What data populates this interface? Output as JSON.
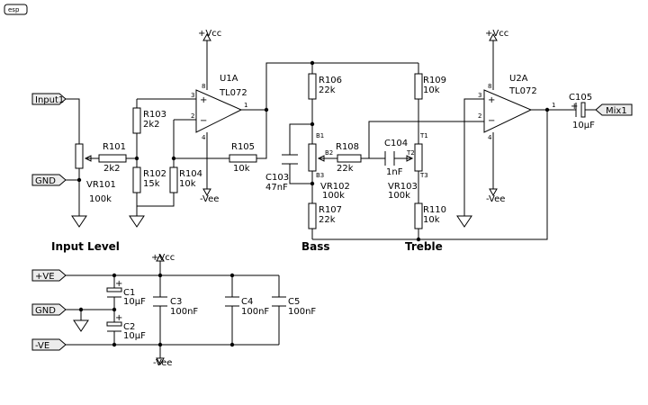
{
  "logo": "esp",
  "ports": {
    "input": "Input1",
    "gnd_top": "GND",
    "output": "Mix1",
    "pos": "+VE",
    "gnd_bottom": "GND",
    "neg": "-VE"
  },
  "captions": {
    "input_level": "Input Level",
    "bass": "Bass",
    "treble": "Treble"
  },
  "rails": {
    "vcc": "+Vcc",
    "vee": "-Vee"
  },
  "opamps": {
    "u1": {
      "ref": "U1A",
      "part": "TL072",
      "pin_noninv": "3",
      "pin_inv": "2",
      "pin_out": "1",
      "pin_vpos": "8",
      "pin_vneg": "4"
    },
    "u2": {
      "ref": "U2A",
      "part": "TL072",
      "pin_noninv": "3",
      "pin_inv": "2",
      "pin_out": "1",
      "pin_vpos": "8",
      "pin_vneg": "4"
    }
  },
  "components": {
    "vr101": {
      "ref": "VR101",
      "value": "100k"
    },
    "r101": {
      "ref": "R101",
      "value": "2k2"
    },
    "r103": {
      "ref": "R103",
      "value": "2k2"
    },
    "r102": {
      "ref": "R102",
      "value": "15k"
    },
    "r104": {
      "ref": "R104",
      "value": "10k"
    },
    "r105": {
      "ref": "R105",
      "value": "10k"
    },
    "r106": {
      "ref": "R106",
      "value": "22k"
    },
    "r107": {
      "ref": "R107",
      "value": "22k"
    },
    "r108": {
      "ref": "R108",
      "value": "22k"
    },
    "r109": {
      "ref": "R109",
      "value": "10k"
    },
    "r110": {
      "ref": "R110",
      "value": "10k"
    },
    "vr102": {
      "ref": "VR102",
      "value": "100k",
      "pin1": "B1",
      "pin2": "B2",
      "pin3": "B3"
    },
    "vr103": {
      "ref": "VR103",
      "value": "100k",
      "pin1": "T1",
      "pin2": "T2",
      "pin3": "T3"
    },
    "c103": {
      "ref": "C103",
      "value": "47nF"
    },
    "c104": {
      "ref": "C104",
      "value": "1nF"
    },
    "c105": {
      "ref": "C105",
      "value": "10µF",
      "polarity": "+"
    },
    "c1": {
      "ref": "C1",
      "value": "10µF",
      "polarity": "+"
    },
    "c2": {
      "ref": "C2",
      "value": "10µF",
      "polarity": "+"
    },
    "c3": {
      "ref": "C3",
      "value": "100nF"
    },
    "c4": {
      "ref": "C4",
      "value": "100nF"
    },
    "c5": {
      "ref": "C5",
      "value": "100nF"
    }
  }
}
